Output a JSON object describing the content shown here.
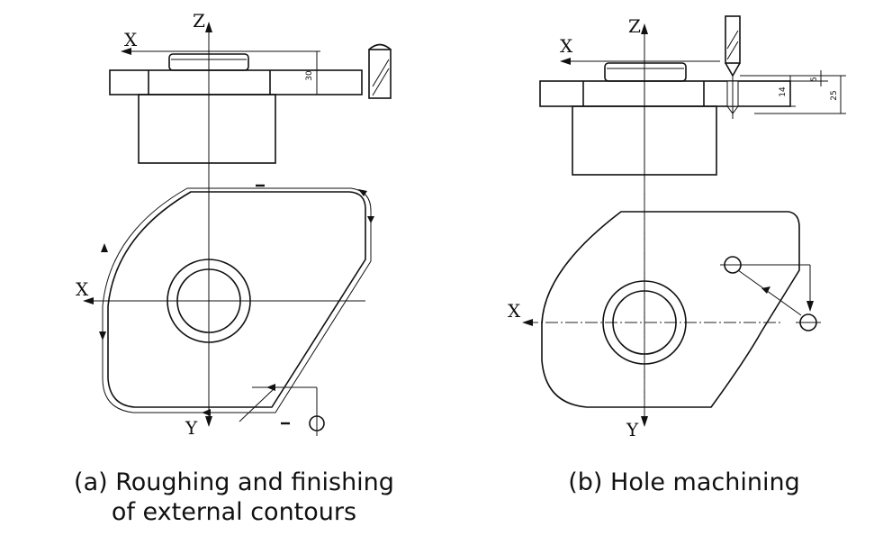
{
  "panel_a": {
    "caption_line1": "(a) Roughing and finishing",
    "caption_line2": "of external contours",
    "axis_x_top": "X",
    "axis_z": "Z",
    "axis_x_plan": "X",
    "axis_y": "Y",
    "dim_height": "30"
  },
  "panel_b": {
    "caption": "(b) Hole machining",
    "axis_x_top": "X",
    "axis_z": "Z",
    "axis_x_plan": "X",
    "axis_y": "Y",
    "dim_depth_a": "5",
    "dim_depth_b": "25",
    "dim_depth_c": "14"
  },
  "colors": {
    "line": "#111111",
    "background": "#ffffff"
  }
}
